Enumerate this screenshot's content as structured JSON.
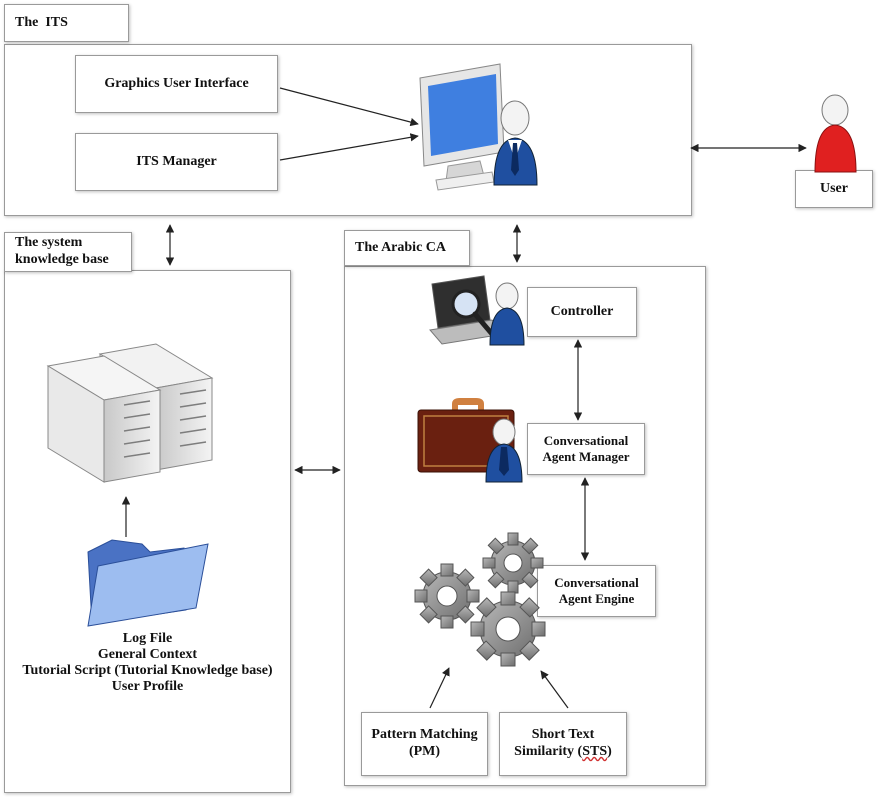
{
  "its": {
    "title": "The  ITS",
    "gui_label": "Graphics User Interface",
    "manager_label": "ITS Manager"
  },
  "user": {
    "label": "User"
  },
  "knowledge_base": {
    "title_line1": "The system",
    "title_line2": "knowledge base",
    "files": [
      "Log File",
      "General Context",
      "Tutorial Script (Tutorial Knowledge base)",
      "User Profile"
    ]
  },
  "arabic_ca": {
    "title": "The Arabic CA",
    "controller_label": "Controller",
    "agent_manager_line1": "Conversational",
    "agent_manager_line2": "Agent Manager",
    "agent_engine_line1": "Conversational",
    "agent_engine_line2": "Agent Engine",
    "pattern_line1": "Pattern Matching",
    "pattern_line2": "(PM)",
    "sts_line1": "Short Text",
    "sts_line2_prefix": "Similarity (",
    "sts_line2_abbr": "STS",
    "sts_line2_suffix": ")"
  },
  "colors": {
    "monitor_screen": "#3f7fe0",
    "user_red": "#e02020",
    "tie_blue": "#1f4fa0",
    "folder_blue": "#7aa0e0",
    "briefcase": "#6a2010",
    "gear_gray": "#8c8c8c"
  },
  "icons": [
    "computer-monitor-icon",
    "person-icon",
    "server-icon",
    "folder-icon",
    "laptop-magnifier-icon",
    "briefcase-icon",
    "gears-icon"
  ]
}
